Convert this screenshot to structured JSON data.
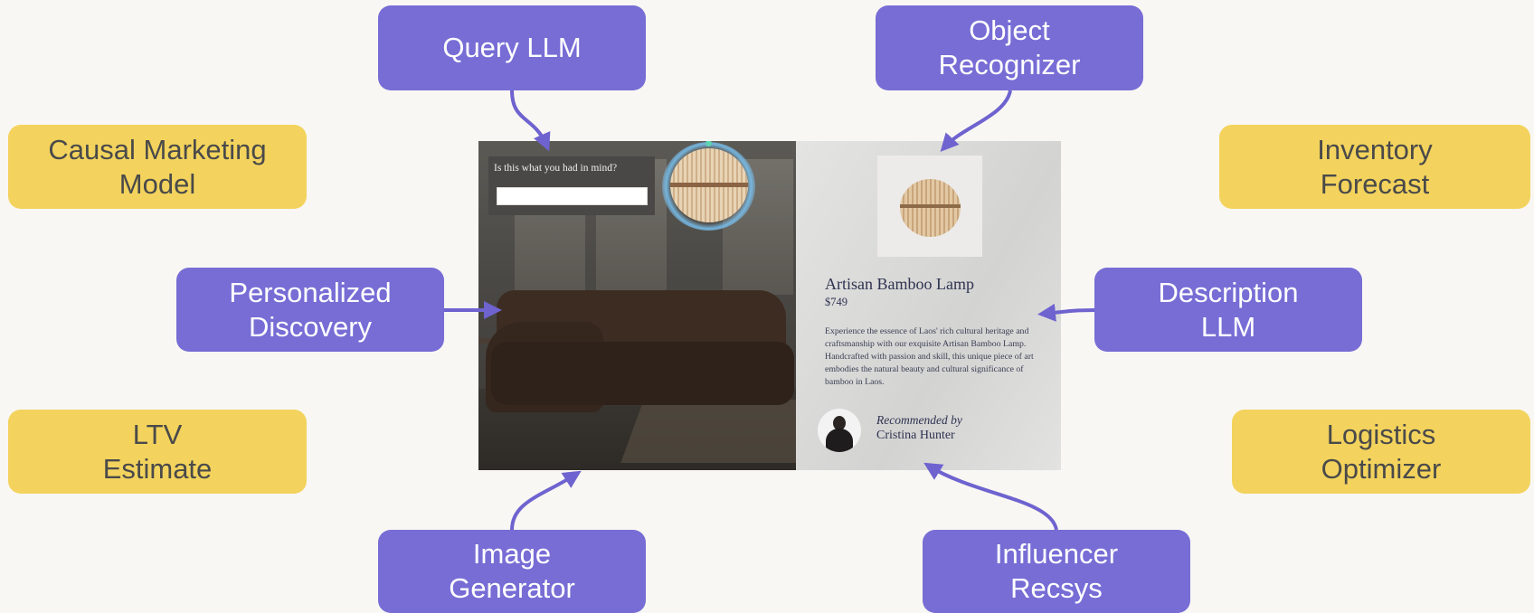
{
  "nodes": {
    "query_llm": "Query LLM",
    "object_recognizer": "Object\nRecognizer",
    "causal_marketing_model": "Causal Marketing\nModel",
    "inventory_forecast": "Inventory\nForecast",
    "personalized_discovery": "Personalized\nDiscovery",
    "description_llm": "Description\nLLM",
    "ltv_estimate": "LTV\nEstimate",
    "logistics_optimizer": "Logistics\nOptimizer",
    "image_generator": "Image\nGenerator",
    "influencer_recsys": "Influencer\nRecsys"
  },
  "mockup": {
    "query_prompt": "Is this what you had in mind?",
    "query_value": "",
    "product_name": "Artisan Bamboo Lamp",
    "product_price": "$749",
    "product_description": "Experience the essence of Laos' rich cultural heritage and craftsmanship with our exquisite Artisan Bamboo Lamp. Handcrafted with passion and skill, this unique piece of art embodies the natural beauty and cultural significance of bamboo in Laos.",
    "recommended_by": "Recommended by",
    "recommender_name": "Cristina Hunter"
  },
  "colors": {
    "purple_box": "#776dd5",
    "yellow_box": "#f3d35d",
    "arrow": "#6e63cf",
    "background": "#f9f7f3"
  }
}
